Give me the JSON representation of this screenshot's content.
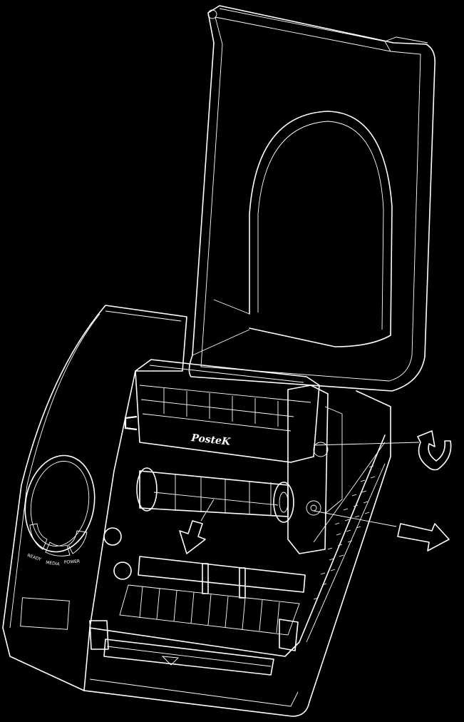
{
  "figure": {
    "background": "#000000",
    "line_color": "#ffffff"
  },
  "printer": {
    "brand": "PosteK",
    "indicators": [
      "READY",
      "MEDIA",
      "POWER"
    ]
  },
  "annotations": {
    "rotate_arrow_icon": "curved-arrow-icon",
    "pull_arrow_icon": "right-arrow-icon",
    "insert_arrow_icon": "down-arrow-icon"
  }
}
